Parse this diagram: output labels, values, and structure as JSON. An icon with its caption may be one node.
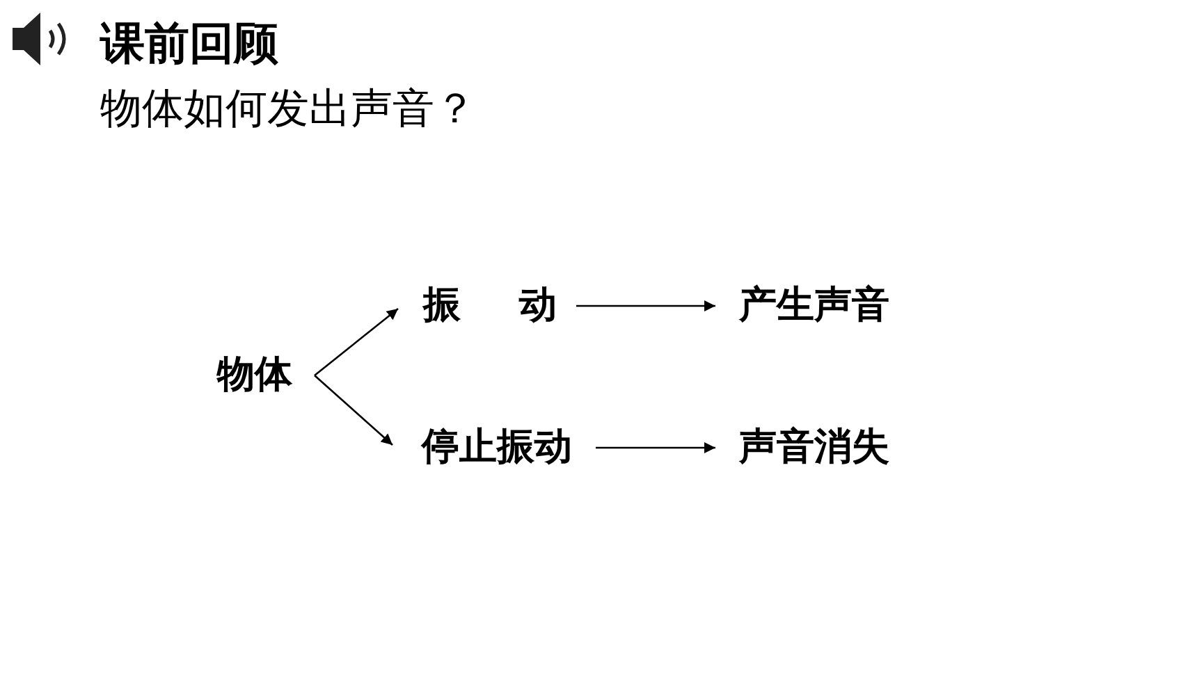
{
  "diagram": {
    "title": "课前回顾",
    "nodes": [
      {
        "text": [
          "物体"
        ]
      },
      {
        "text": [
          "振 动"
        ]
      },
      {
        "text": [
          "产生声音"
        ]
      },
      {
        "text": [
          "停止振动"
        ]
      },
      {
        "text": [
          "声音消失"
        ]
      }
    ],
    "edges": [
      {
        "from": 0,
        "to": 1,
        "arrow": "to"
      },
      {
        "from": 0,
        "to": 3,
        "arrow": "to"
      },
      {
        "from": 1,
        "to": 2,
        "arrow": "to"
      },
      {
        "from": 3,
        "to": 4,
        "arrow": "to"
      }
    ],
    "labels": [
      "物体如何发出声音？"
    ]
  }
}
